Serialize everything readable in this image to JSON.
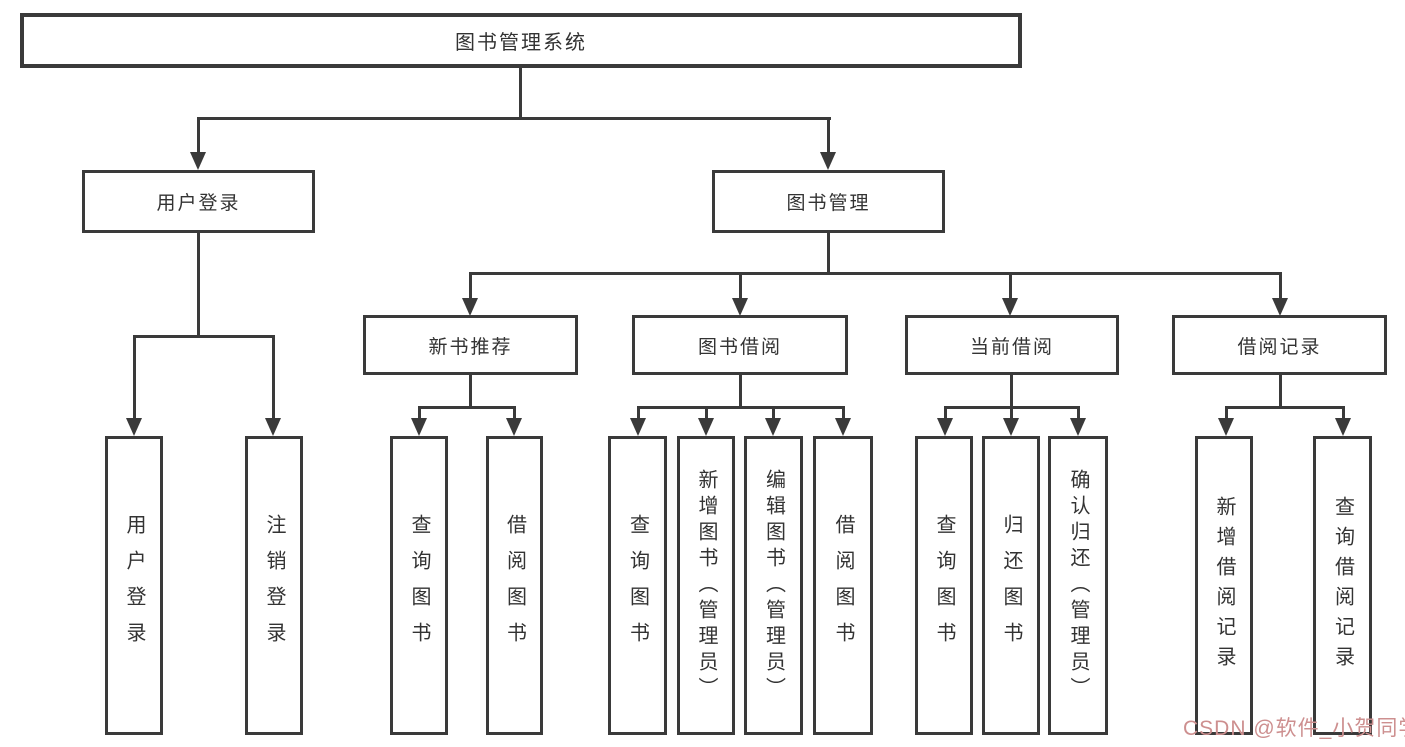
{
  "tree": {
    "root": {
      "label": "图书管理系统"
    },
    "branches": [
      {
        "label": "用户登录",
        "leaves": [
          {
            "label": "用户登录"
          },
          {
            "label": "注销登录"
          }
        ]
      },
      {
        "label": "图书管理",
        "groups": [
          {
            "label": "新书推荐",
            "leaves": [
              {
                "label": "查询图书"
              },
              {
                "label": "借阅图书"
              }
            ]
          },
          {
            "label": "图书借阅",
            "leaves": [
              {
                "label": "查询图书"
              },
              {
                "label": "新增图书（管理员）"
              },
              {
                "label": "编辑图书（管理员）"
              },
              {
                "label": "借阅图书"
              }
            ]
          },
          {
            "label": "当前借阅",
            "leaves": [
              {
                "label": "查询图书"
              },
              {
                "label": "归还图书"
              },
              {
                "label": "确认归还（管理员）"
              }
            ]
          },
          {
            "label": "借阅记录",
            "leaves": [
              {
                "label": "新增借阅记录"
              },
              {
                "label": "查询借阅记录"
              }
            ]
          }
        ]
      }
    ]
  },
  "watermark": {
    "text": "CSDN @软件_小贺同学",
    "color": "#cd8f8f"
  },
  "colors": {
    "line": "#3a3a3a",
    "text": "#333333",
    "background": "#ffffff"
  }
}
